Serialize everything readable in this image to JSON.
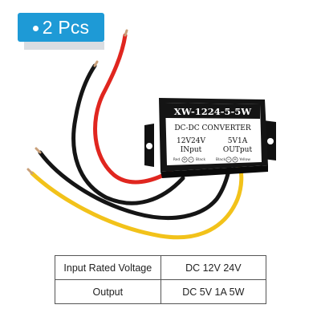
{
  "badge": {
    "label": "2 Pcs",
    "color": "#1e9ad6"
  },
  "module": {
    "model": "XW-1224-5-5W",
    "title": "DC-DC  CONVERTER",
    "input_voltage": "12V24V",
    "input_label": "INput",
    "output_rating": "5V1A",
    "output_label": "OUTput",
    "input_wire_left": "Red",
    "input_wire_right": "Black",
    "output_wire_left": "Black",
    "output_wire_right": "Yellow"
  },
  "wires": {
    "red": "#e0261f",
    "black": "#151515",
    "yellow": "#f2c21a"
  },
  "specs": {
    "rows": [
      {
        "label": "Input Rated Voltage",
        "value": "DC 12V 24V"
      },
      {
        "label": "Output",
        "value": "DC 5V 1A 5W"
      }
    ]
  }
}
